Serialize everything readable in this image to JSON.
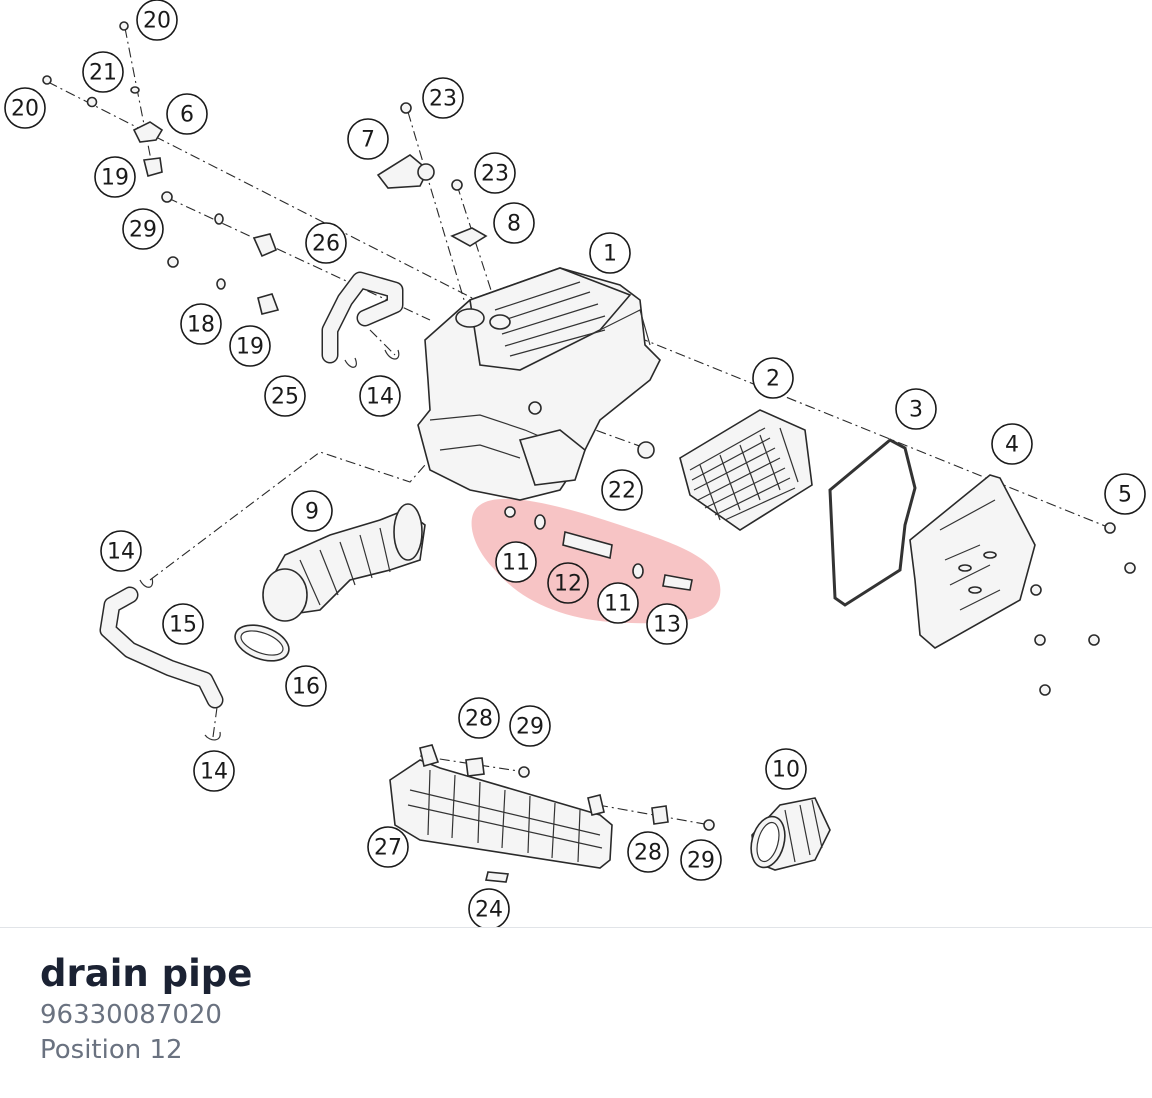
{
  "part": {
    "name": "drain pipe",
    "number": "96330087020",
    "position": "Position 12"
  },
  "highlight": {
    "color": "#e8555a",
    "callout": "12"
  },
  "callouts": [
    {
      "label": "20"
    },
    {
      "label": "21"
    },
    {
      "label": "20"
    },
    {
      "label": "6"
    },
    {
      "label": "19"
    },
    {
      "label": "29"
    },
    {
      "label": "7"
    },
    {
      "label": "23"
    },
    {
      "label": "23"
    },
    {
      "label": "8"
    },
    {
      "label": "26"
    },
    {
      "label": "1"
    },
    {
      "label": "18"
    },
    {
      "label": "19"
    },
    {
      "label": "25"
    },
    {
      "label": "14"
    },
    {
      "label": "2"
    },
    {
      "label": "3"
    },
    {
      "label": "4"
    },
    {
      "label": "5"
    },
    {
      "label": "22"
    },
    {
      "label": "9"
    },
    {
      "label": "14"
    },
    {
      "label": "11"
    },
    {
      "label": "12"
    },
    {
      "label": "11"
    },
    {
      "label": "13"
    },
    {
      "label": "15"
    },
    {
      "label": "16"
    },
    {
      "label": "14"
    },
    {
      "label": "28"
    },
    {
      "label": "29"
    },
    {
      "label": "10"
    },
    {
      "label": "27"
    },
    {
      "label": "28"
    },
    {
      "label": "29"
    },
    {
      "label": "24"
    }
  ]
}
